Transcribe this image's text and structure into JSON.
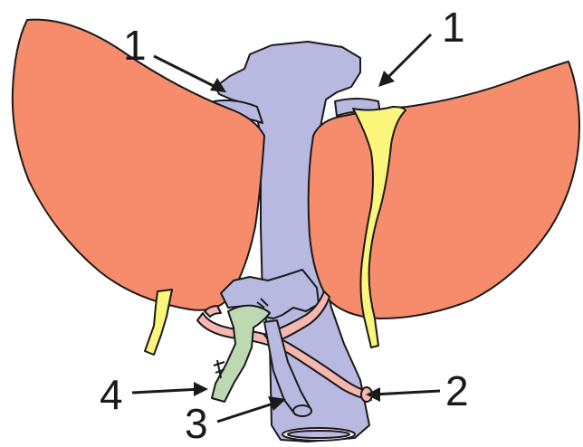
{
  "colors": {
    "liver": "#f68c6c",
    "vena_cava": "#b7b9e0",
    "bile_yellow": "#fbf57c",
    "artery_pink": "#f7b7b0",
    "portal_green": "#bdd9b4",
    "outline": "#1a1a1a"
  },
  "labels": {
    "hepatic_vein_left": "1",
    "hepatic_vein_right": "1",
    "artery": "2",
    "inner_vessel": "3",
    "portal_stump": "4"
  }
}
